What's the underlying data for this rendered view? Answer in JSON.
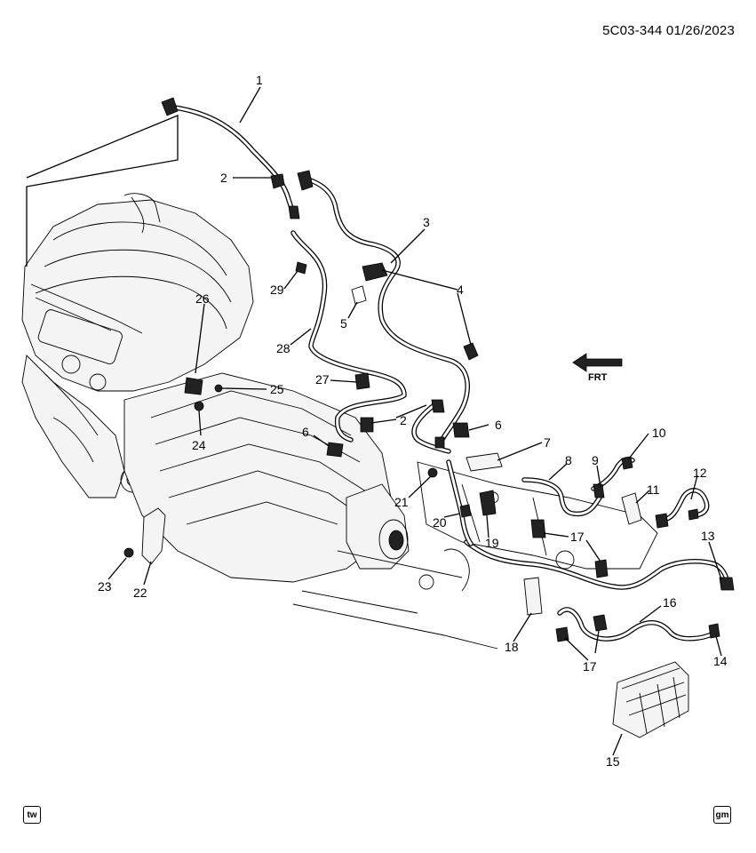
{
  "header": {
    "doc_id": "5C03-344  01/26/2023"
  },
  "direction_marker": {
    "label": "FRT"
  },
  "callouts": [
    "1",
    "2",
    "3",
    "4",
    "5",
    "29",
    "26",
    "28",
    "27",
    "25",
    "2",
    "6",
    "6",
    "24",
    "7",
    "8",
    "9",
    "10",
    "11",
    "12",
    "21",
    "20",
    "19",
    "17",
    "13",
    "18",
    "16",
    "17",
    "14",
    "23",
    "22",
    "15"
  ],
  "logos": {
    "left": "tw",
    "right": "gm"
  }
}
